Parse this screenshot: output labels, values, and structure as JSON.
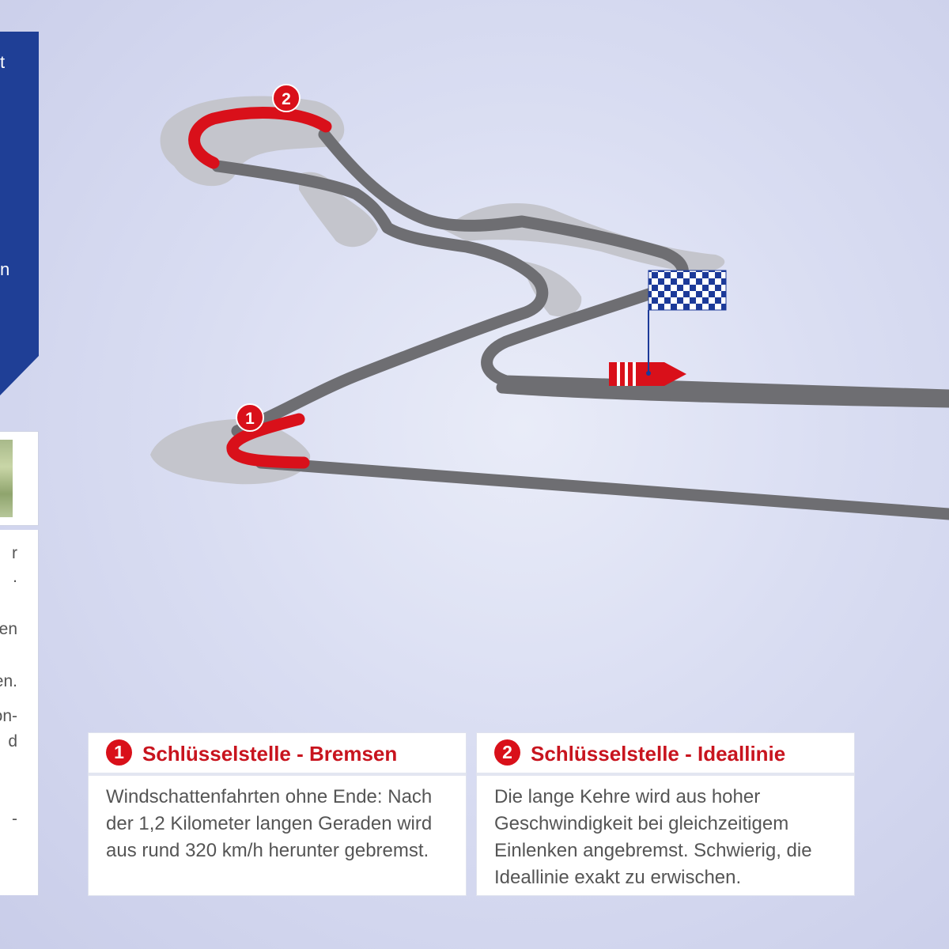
{
  "left_panel": {
    "fragments": [
      "t",
      "n"
    ],
    "lower_fragments": [
      "r",
      ".",
      "en",
      "en.",
      "on-",
      "d",
      "-"
    ]
  },
  "markers": [
    {
      "number": "1"
    },
    {
      "number": "2"
    }
  ],
  "colors": {
    "accent_red": "#d9101a",
    "panel_blue": "#1f3f96",
    "track_gray": "#6e6e72",
    "runoff_gray": "#c4c5cc",
    "flag_blue": "#1c3a99"
  },
  "icons": [
    "checkered-flag-icon",
    "start-arrow-icon"
  ],
  "cards": [
    {
      "number": "1",
      "title": "Schlüsselstelle - Bremsen",
      "body": "Windschattenfahrten ohne Ende: Nach der 1,2 Kilometer langen Geraden wird aus rund 320 km/h herunter gebremst."
    },
    {
      "number": "2",
      "title": "Schlüsselstelle - Ideallinie",
      "body": "Die lange Kehre wird aus hoher Geschwindigkeit bei gleichzeitigem Einlenken angebremst. Schwierig, die Ideallinie exakt zu erwischen."
    }
  ]
}
